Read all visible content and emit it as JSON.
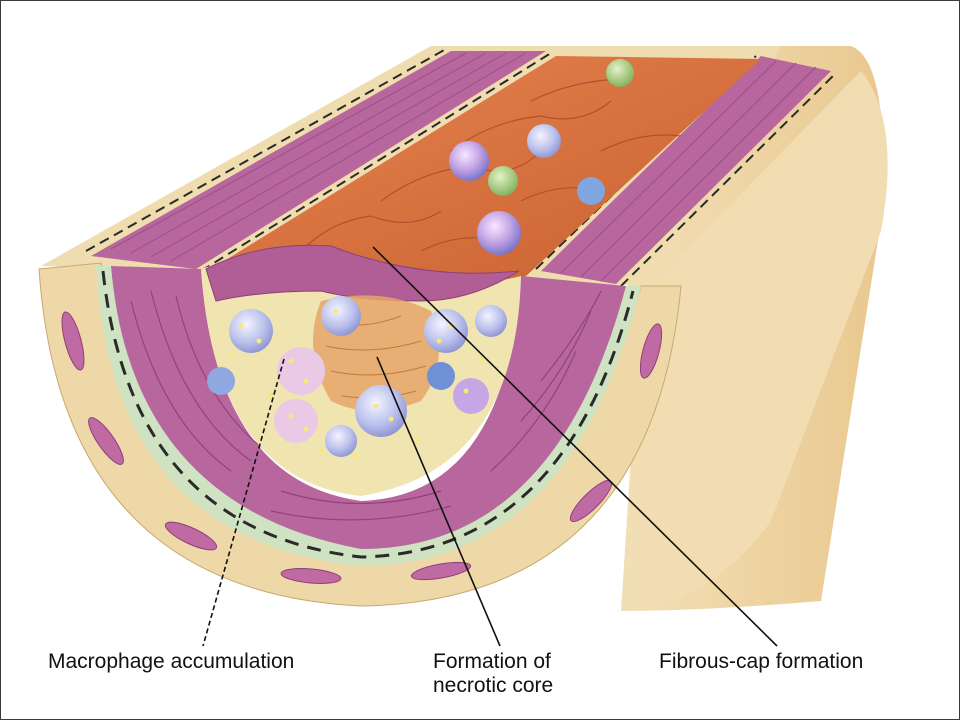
{
  "labels": {
    "macrophage": "Macrophage accumulation",
    "necrotic_line1": "Formation of",
    "necrotic_line2": "necrotic core",
    "fibrous": "Fibrous-cap formation"
  },
  "colors": {
    "background": "#ffffff",
    "adventitia": "#efdcaf",
    "media": "#b8679e",
    "intima_lumen": "#d8703f",
    "elastic_lamina": "#cfe3c2",
    "macrophage_cells": "#bfc8ea",
    "lipid_dots": "#f4ea78",
    "leader_lines": "#111111"
  }
}
